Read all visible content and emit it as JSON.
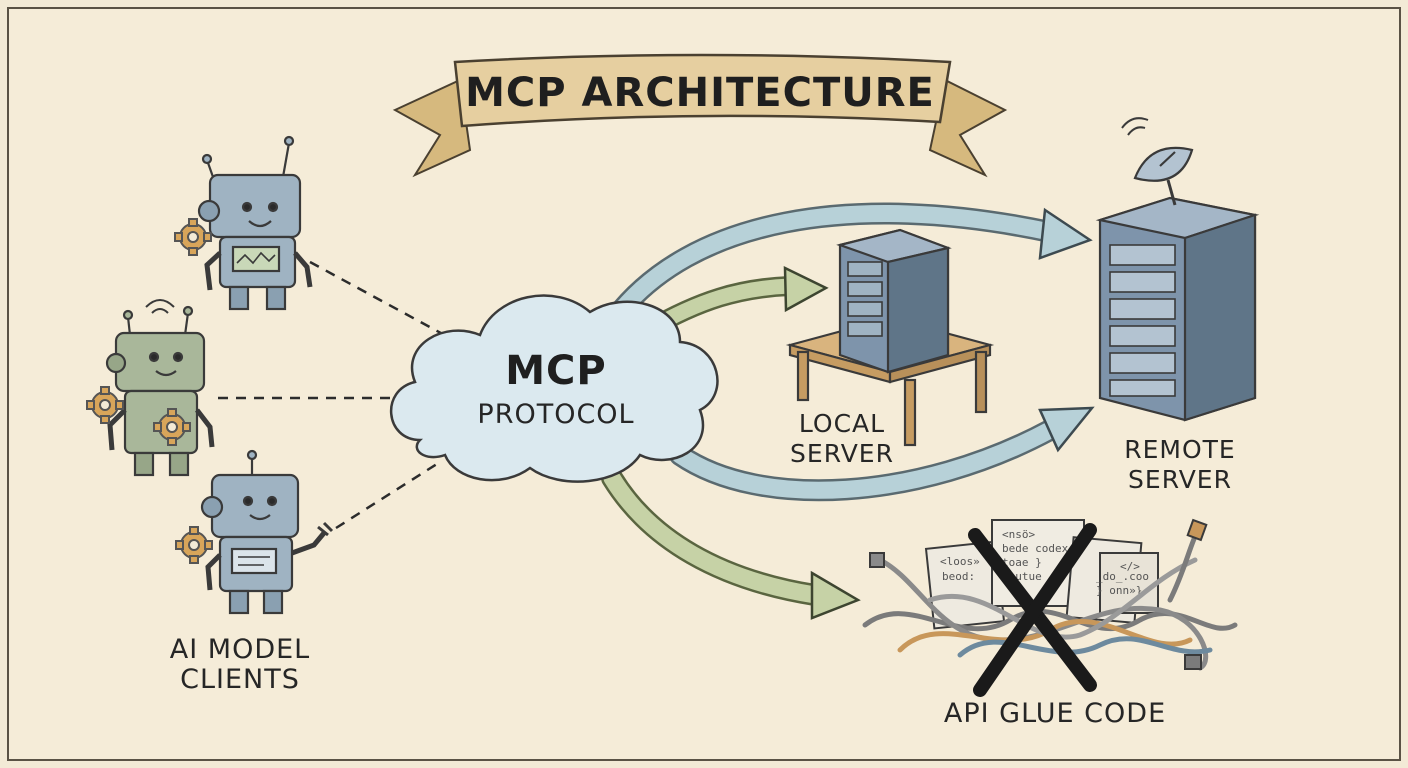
{
  "title": "MCP ARCHITECTURE",
  "hub": {
    "line1": "MCP",
    "line2": "PROTOCOL"
  },
  "clients": {
    "label_line1": "AI MODEL",
    "label_line2": "CLIENTS"
  },
  "local_server": {
    "label_line1": "LOCAL",
    "label_line2": "SERVER"
  },
  "remote_server": {
    "label_line1": "REMOTE",
    "label_line2": "SERVER"
  },
  "glue_code": {
    "label": "API GLUE CODE",
    "snippets": [
      "<nsö>",
      "bede codex",
      "toae }",
      "phutue",
      "<loos»",
      "beod:",
      "_do_.coo",
      "} onn»}",
      "</>"
    ]
  },
  "colors": {
    "background": "#f3ead6",
    "banner": "#e6cfa0",
    "cloud": "#dbe9ef",
    "arrow_blue": "#b7d1d8",
    "arrow_green": "#c6d2a6",
    "robot_blue": "#9fb3c2",
    "robot_green": "#a9b79a",
    "server": "#7e94ab",
    "table": "#d9b47e"
  }
}
